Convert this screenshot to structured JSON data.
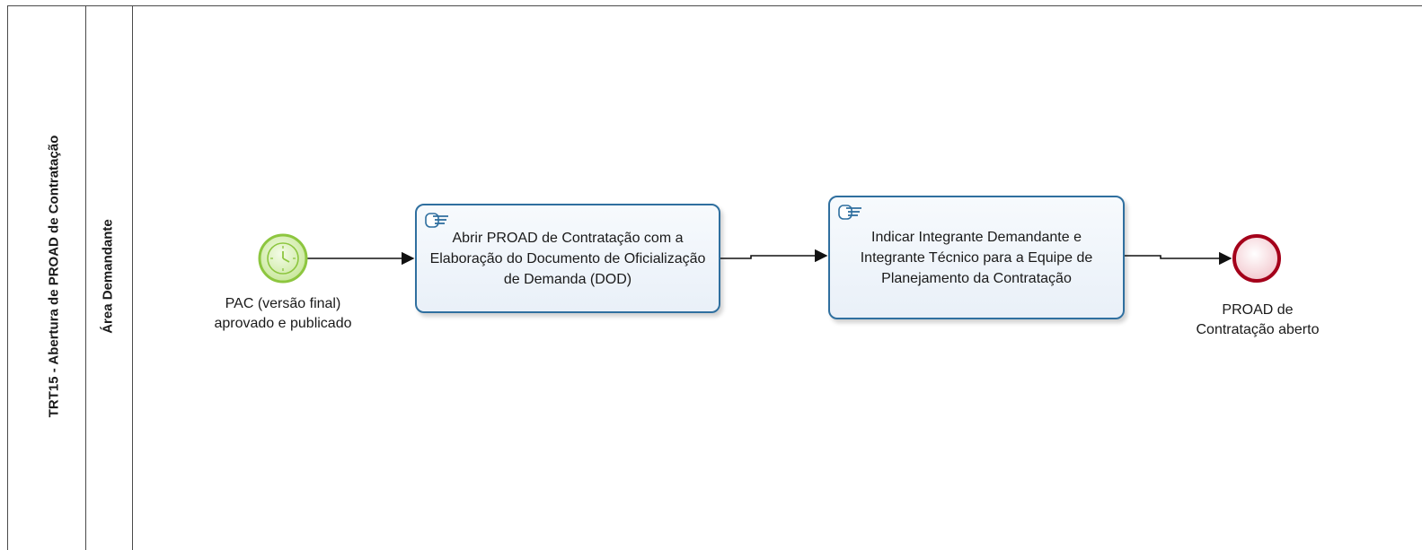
{
  "pool": {
    "title": "TRT15 - Abertura de PROAD de Contratação"
  },
  "lane": {
    "title": "Área Demandante"
  },
  "start_event": {
    "type": "timer-start-event",
    "label": "PAC (versão final) aprovado e publicado",
    "color": "#8dc63f"
  },
  "tasks": [
    {
      "type": "user-task",
      "label": "Abrir PROAD de Contratação com a Elaboração do Documento de Oficialização de Demanda (DOD)"
    },
    {
      "type": "user-task",
      "label": "Indicar Integrante Demandante e Integrante Técnico para a Equipe de Planejamento da Contratação"
    }
  ],
  "end_event": {
    "type": "end-event",
    "label": "PROAD de Contratação aberto",
    "color": "#a4001a"
  },
  "colors": {
    "task_border": "#2f6f9f",
    "task_fill": "#e9f0f8",
    "pool_line": "#4a4a4a"
  }
}
